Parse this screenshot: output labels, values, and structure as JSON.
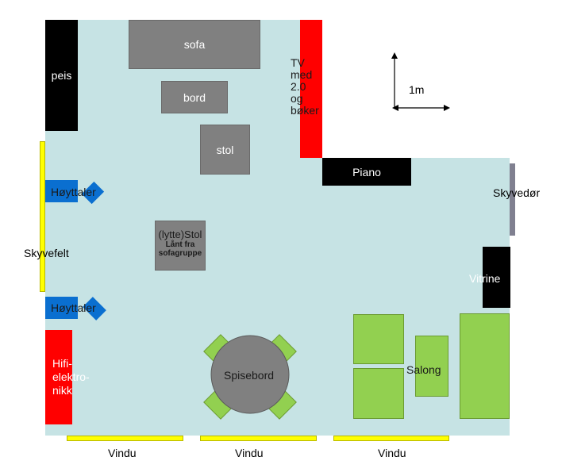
{
  "colors": {
    "floor": "#c6e3e4",
    "dark_furniture": "#000000",
    "gray_furniture": "#808080",
    "red_furniture": "#ff0000",
    "blue_speaker": "#0a6fd0",
    "window_yellow": "#ffff00",
    "green_furniture": "#92d050",
    "sliding_door": "#808090"
  },
  "labels": {
    "peis": "peis",
    "sofa": "sofa",
    "bord": "bord",
    "stol": "stol",
    "tv_line1": "TV",
    "tv_line2": "med",
    "tv_line3": "2.0",
    "tv_line4": "og",
    "tv_line5": "bøker",
    "piano": "Piano",
    "skyvedor": "Skyvedør",
    "hoyttaler_top": "Høyttaler",
    "hoyttaler_bottom": "Høyttaler",
    "skyvefelt": "Skyvefelt",
    "lyttestol_line1": "(lytte)Stol",
    "lyttestol_line2": "Lånt fra",
    "lyttestol_line3": "sofagruppe",
    "vitrine": "Vitrine",
    "hifi_line1": "Hifi-",
    "hifi_line2": "elektro-",
    "hifi_line3": "nikk",
    "spisebord": "Spisebord",
    "salong": "Salong",
    "vindu_1": "Vindu",
    "vindu_2": "Vindu",
    "vindu_3": "Vindu",
    "scale": "1m"
  },
  "icons": {
    "scale_arrows": "scale-arrows-icon"
  }
}
